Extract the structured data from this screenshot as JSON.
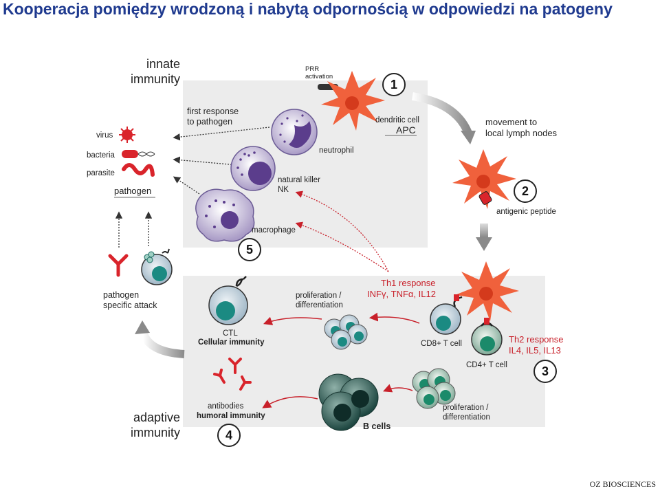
{
  "title": "Kooperacja pomiędzy wrodzoną i nabytą odpornością w odpowiedzi na patogeny",
  "footer": "OZ BIOSCIENCES",
  "innate": {
    "line1": "innate",
    "line2": "immunity"
  },
  "adaptive": {
    "line1": "adaptive",
    "line2": "immunity"
  },
  "labels": {
    "prr_line1": "PRR",
    "prr_line2": "activation",
    "dendritic_cell": "dendritic cell",
    "apc": "APC",
    "movement_line1": "movement to",
    "movement_line2": "local lymph nodes",
    "first_response_line1": "first response",
    "first_response_line2": "to pathogen",
    "virus": "virus",
    "bacteria": "bacteria",
    "parasite": "parasite",
    "pathogen": "pathogen",
    "neutrophil": "neutrophil",
    "nk_line1": "natural killer",
    "nk_line2": "NK",
    "macrophage": "macrophage",
    "antigenic_peptide": "antigenic peptide",
    "pathogen_attack_line1": "pathogen",
    "pathogen_attack_line2": "specific attack",
    "th1_line1": "Th1 response",
    "th1_line2": "INFγ, TNFα, IL12",
    "prolif_top_line1": "proliferation /",
    "prolif_top_line2": "differentiation",
    "ctl": "CTL",
    "cellular_immunity": "Cellular immunity",
    "cd8": "CD8+ T cell",
    "cd4": "CD4+ T cell",
    "th2_line1": "Th2 response",
    "th2_line2": "IL4, IL5, IL13",
    "antibodies": "antibodies",
    "humoral_immunity": "humoral immunity",
    "b_cells": "B cells",
    "prolif_bottom_line1": "proliferation /",
    "prolif_bottom_line2": "differentiation"
  },
  "steps": [
    "1",
    "2",
    "3",
    "4",
    "5"
  ],
  "colors": {
    "title": "#1f3a8f",
    "panel": "#ececec",
    "pathogen_red": "#d9242b",
    "dendritic_orange": "#f0613c",
    "innate_purple": "#5b3d8c",
    "t_cell_teal": "#1b8a82",
    "b_cell_dark": "#1f4a44",
    "arrow_gray": "#9a9a9a"
  }
}
